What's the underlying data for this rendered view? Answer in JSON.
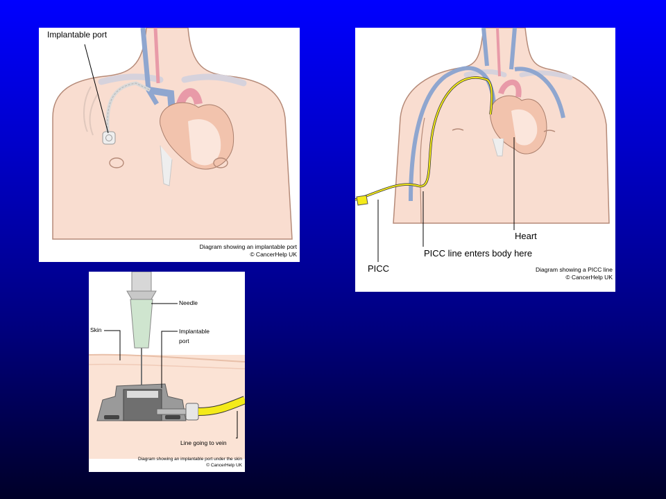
{
  "panel_port": {
    "label_port": "Implantable port",
    "caption_line1": "Diagram showing an implantable port",
    "caption_line2": "© CancerHelp UK"
  },
  "panel_picc": {
    "label_heart": "Heart",
    "label_entry": "PICC line enters body here",
    "label_picc": "PICC",
    "caption_line1": "Diagram showing a PICC line",
    "caption_line2": "© CancerHelp UK"
  },
  "panel_needle": {
    "label_needle": "Needle",
    "label_skin": "Skin",
    "label_port_line1": "Implantable",
    "label_port_line2": "port",
    "label_line": "Line going to vein",
    "caption_line1": "Diagram showing an implantable port under the skin",
    "caption_line2": "© CancerHelp UK"
  },
  "colors": {
    "skin": "#f9ddd0",
    "skin_outline": "#b58a78",
    "heart": "#f2c3ad",
    "vein_blue": "#8fa6cf",
    "artery_pink": "#e89aa8",
    "catheter_yellow": "#f4ea1a",
    "port_grey": "#8e8e8e"
  }
}
